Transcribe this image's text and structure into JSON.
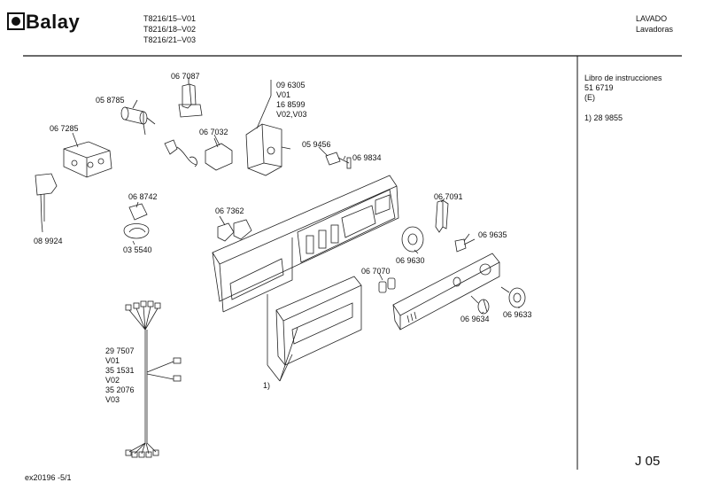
{
  "brand": "Balay",
  "header": {
    "models": [
      "T8216/15–V01",
      "T8216/18–V02",
      "T8216/21–V03"
    ],
    "category": "LAVADO",
    "subcategory": "Lavadoras"
  },
  "sidebar": {
    "manual_title": "Libro de instrucciones",
    "manual_number": "51 6719",
    "manual_lang": "(E)",
    "note": "1) 28 9855"
  },
  "parts": {
    "p067087": "06 7087",
    "p058785": "05 8785",
    "p096305": "09 6305",
    "v01a": "V01",
    "p168599": "16 8599",
    "v0203": "V02,V03",
    "p067285": "06 7285",
    "p067032": "06 7032",
    "p059456": "05 9456",
    "p069834": "06 9834",
    "p068742": "06 8742",
    "p067362": "06 7362",
    "p067091": "06 7091",
    "p089924": "08 9924",
    "p035540": "03 5540",
    "p069635": "06 9635",
    "p069630": "06 9630",
    "p067070": "06 7070",
    "p069634": "06 9634",
    "p069633": "06 9633",
    "p297507": "29 7507",
    "v01b": "V01",
    "p351531": "35 1531",
    "v02": "V02",
    "p352076": "35 2076",
    "v03": "V03",
    "note_ref": "1)"
  },
  "page_code": "J 05",
  "footer_code": "ex20196 -5/1"
}
